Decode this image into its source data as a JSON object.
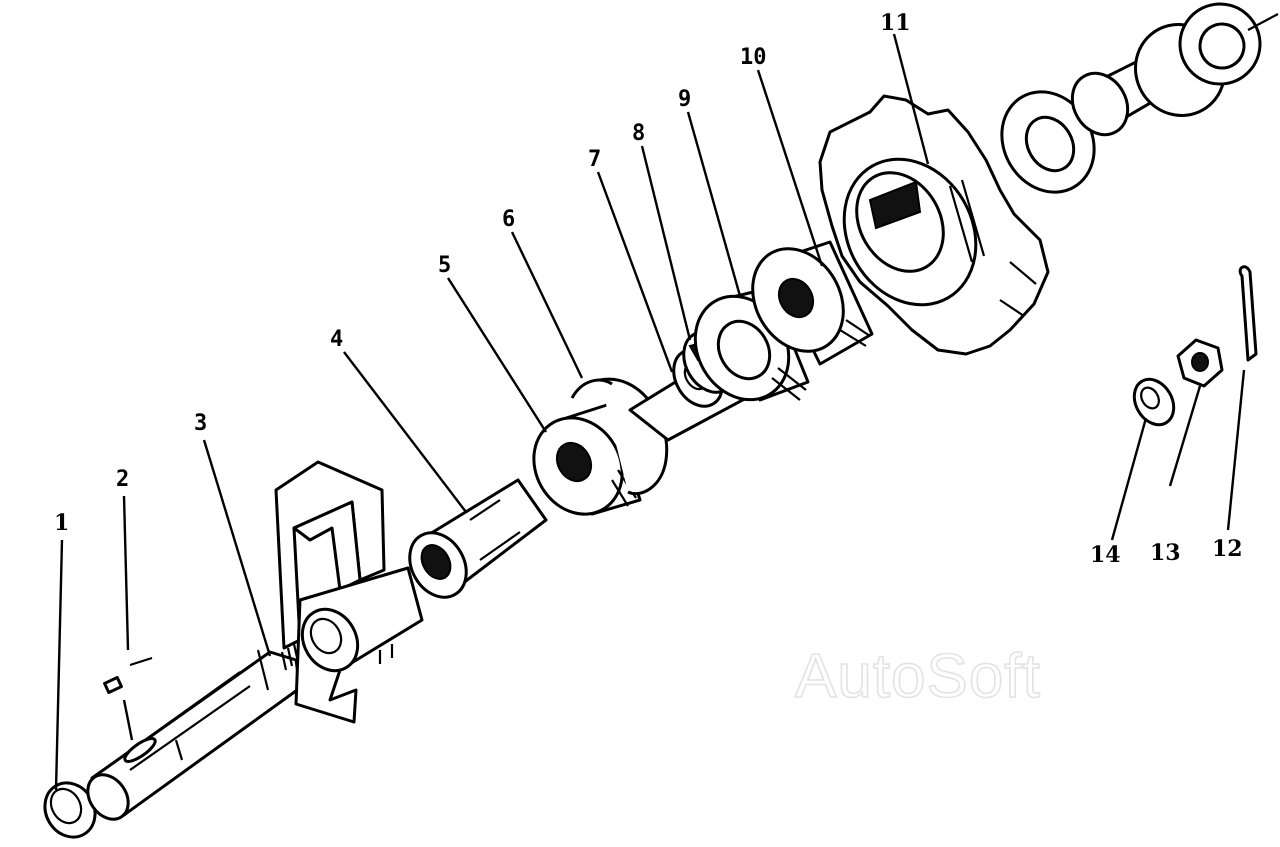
{
  "diagram": {
    "callouts": [
      {
        "id": "p1",
        "label": "1"
      },
      {
        "id": "p2",
        "label": "2"
      },
      {
        "id": "p3",
        "label": "3"
      },
      {
        "id": "p4",
        "label": "4"
      },
      {
        "id": "p5",
        "label": "5"
      },
      {
        "id": "p6",
        "label": "6"
      },
      {
        "id": "p7",
        "label": "7"
      },
      {
        "id": "p8",
        "label": "8"
      },
      {
        "id": "p9",
        "label": "9"
      },
      {
        "id": "p10",
        "label": "10"
      },
      {
        "id": "p11",
        "label": "11"
      },
      {
        "id": "p12",
        "label": "12"
      },
      {
        "id": "p13",
        "label": "13"
      },
      {
        "id": "p14",
        "label": "14"
      }
    ],
    "watermark": "AutoSoft",
    "colors": {
      "ink": "#000000",
      "paper": "#ffffff",
      "watermark": "#e3e3e3"
    }
  }
}
